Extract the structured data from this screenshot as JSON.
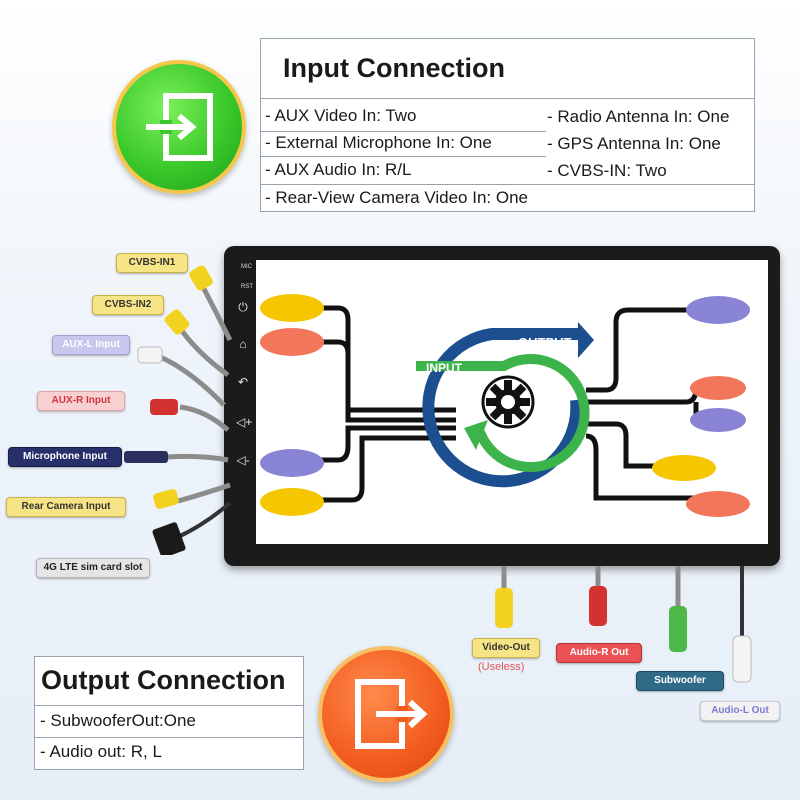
{
  "input_box": {
    "title": "Input Connection",
    "left_items": [
      "- AUX Video In: Two",
      "- External Microphone In: One",
      "- AUX Audio In: R/L",
      "- Rear-View Camera Video In: One"
    ],
    "right_items": [
      "- Radio Antenna In: One",
      "- GPS Antenna In: One",
      "- CVBS-IN: Two"
    ]
  },
  "output_box": {
    "title": "Output Connection",
    "items": [
      "- SubwooferOut:One",
      "- Audio out: R, L"
    ]
  },
  "unit": {
    "side_labels": [
      "MIC",
      "RST"
    ],
    "side_icons": [
      "power-icon",
      "home-icon",
      "back-icon",
      "volume-up-icon",
      "volume-down-icon"
    ]
  },
  "screen": {
    "input_label": "INPUT",
    "output_label": "OUTPUT",
    "center_icon": "gear-icon"
  },
  "input_connectors": {
    "cvbs_in1": "CVBS-IN1",
    "cvbs_in2": "CVBS-IN2",
    "aux_l": "AUX-L Input",
    "aux_r": "AUX-R Input",
    "mic": "Microphone Input",
    "rear_cam": "Rear Camera Input",
    "sim": "4G LTE sim card slot"
  },
  "output_connectors": {
    "video_out": "Video-Out",
    "video_out_note": "(Useless)",
    "audio_r": "Audio-R Out",
    "subwoofer": "Subwoofer",
    "audio_l": "Audio-L Out"
  },
  "colors": {
    "yellow": "#f6c700",
    "salmon": "#f2775a",
    "purple": "#8a84d6",
    "arrow_blue": "#1b4f8f",
    "arrow_green": "#3cb44b",
    "input_badge": "#3ac82a",
    "output_badge": "#f25c1e"
  }
}
